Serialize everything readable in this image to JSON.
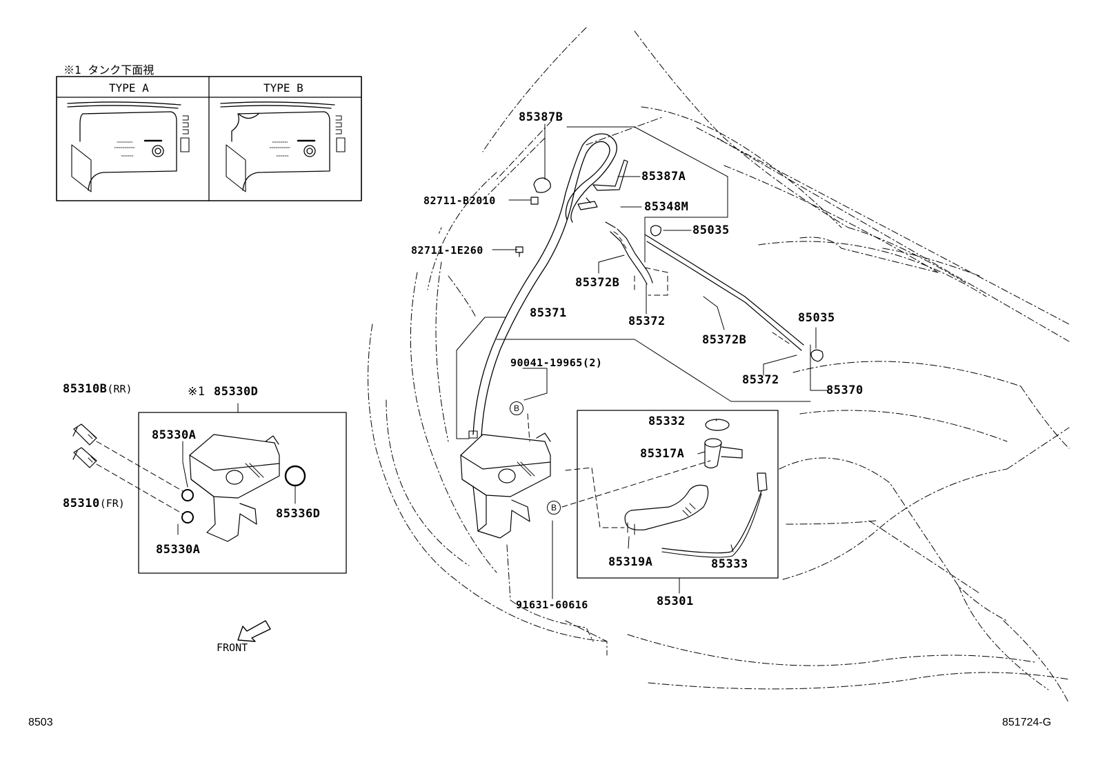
{
  "inset": {
    "heading": "※1 タンク下面視",
    "type_a": "TYPE A",
    "type_b": "TYPE B"
  },
  "labels": {
    "p85387B": "85387B",
    "p85387A": "85387A",
    "p82711B2010": "82711-B2010",
    "p85348M": "85348M",
    "p85035_top": "85035",
    "p827111E260": "82711-1E260",
    "p85372B_left": "85372B",
    "p85371": "85371",
    "p85372_mid": "85372",
    "p85035_right": "85035",
    "p85372B_right": "85372B",
    "p90041": "90041-19965(2)",
    "p85372_low": "85372",
    "p85370": "85370",
    "p85310B": "85310B",
    "p85310B_suffix": "(RR)",
    "p85330D_mark": "※1",
    "p85330D": "85330D",
    "p85330A_top": "85330A",
    "p85310": "85310",
    "p85310_suffix": "(FR)",
    "p85336D": "85336D",
    "p85330A_bot": "85330A",
    "p85332": "85332",
    "p85317A": "85317A",
    "p85319A": "85319A",
    "p85333": "85333",
    "p91631": "91631-60616",
    "p85301": "85301",
    "circle_b1": "B",
    "circle_b2": "B",
    "front": "FRONT"
  },
  "footer": {
    "left_code": "8503",
    "right_code": "851724-G"
  },
  "colors": {
    "ink": "#000000",
    "paper": "#ffffff"
  }
}
